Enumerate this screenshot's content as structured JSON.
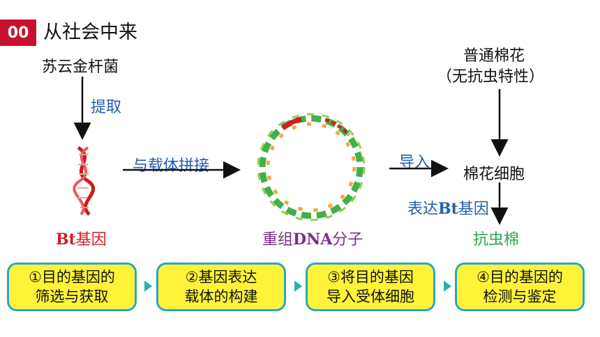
{
  "header": {
    "badge": "00",
    "title": "从社会中来"
  },
  "left": {
    "source": "苏云金杆菌",
    "extract_label": "提取",
    "gene_prefix": "Bt",
    "gene_suffix": "基因"
  },
  "middle": {
    "arrow_label": "与载体拼接",
    "plasmid_prefix": "重组",
    "plasmid_dna": "DNA",
    "plasmid_suffix": "分子"
  },
  "right": {
    "cotton": "普通棉花",
    "cotton_note": "（无抗虫特性）",
    "import_label": "导入",
    "cell": "棉花细胞",
    "express_prefix": "表达",
    "express_bt": "Bt",
    "express_suffix": "基因",
    "result": "抗虫棉"
  },
  "steps": [
    {
      "line1": "①目的基因的",
      "line2": "筛选与获取"
    },
    {
      "line1": "②基因表达",
      "line2": "载体的构建"
    },
    {
      "line1": "③将目的基因",
      "line2": "导入受体细胞"
    },
    {
      "line1": "④目的基因的",
      "line2": "检测与鉴定"
    }
  ],
  "colors": {
    "badge": "#c8102e",
    "label_blue": "#1f5fb0",
    "gene_red": "#d21f26",
    "plasmid_purple": "#7a2c8c",
    "result_green": "#2ea84a",
    "step_fill": "#fff33a",
    "step_border": "#2aa6c8",
    "connector": "#23b3ad"
  }
}
